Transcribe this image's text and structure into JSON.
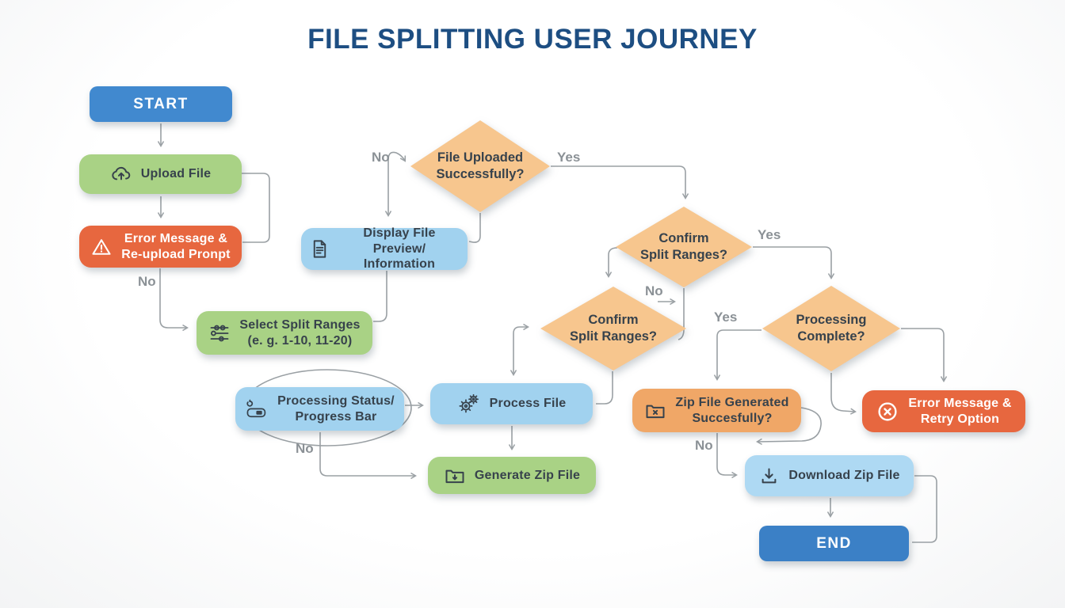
{
  "title": "FILE SPLITTING USER JOURNEY",
  "colors": {
    "terminal_blue": "#4189cf",
    "end_blue": "#3b80c6",
    "action_green": "#a9d285",
    "info_blue": "#a1d2ef",
    "download_blue": "#aed9f3",
    "decision_orange": "#f7c68e",
    "warning_orange": "#f0a767",
    "error_red": "#e7673f",
    "title_navy": "#1d4e82",
    "connector_gray": "#9aa0a4"
  },
  "nodes": {
    "start": {
      "label": "START",
      "type": "terminal"
    },
    "upload": {
      "label": "Upload File",
      "type": "action",
      "icon": "cloud-upload"
    },
    "error_upload": {
      "label": "Error Message &\nRe-upload Pronpt",
      "type": "error",
      "icon": "warning-triangle"
    },
    "select_ranges": {
      "label": "Select Split Ranges\n(e. g. 1-10, 11-20)",
      "type": "action",
      "icon": "sliders"
    },
    "file_uploaded": {
      "label": "File Uploaded\nSuccessfully?",
      "type": "decision"
    },
    "display_preview": {
      "label": "Display File Preview/\nInformation",
      "type": "info",
      "icon": "file-text"
    },
    "confirm_ranges_1": {
      "label": "Confirm\nSplit Ranges?",
      "type": "decision"
    },
    "confirm_ranges_2": {
      "label": "Confirm\nSplit Ranges?",
      "type": "decision"
    },
    "processing_status": {
      "label": "Processing Status/\nProgress Bar",
      "type": "info",
      "icon": "progress-bar"
    },
    "process_file": {
      "label": "Process File",
      "type": "info",
      "icon": "gears"
    },
    "generate_zip": {
      "label": "Generate Zip File",
      "type": "action",
      "icon": "folder-zip"
    },
    "zip_generated": {
      "label": "Zip File Generated\nSuccesfully?",
      "type": "decision-box",
      "icon": "folder-x"
    },
    "processing_complete": {
      "label": "Processing\nComplete?",
      "type": "decision"
    },
    "error_retry": {
      "label": "Error Message &\nRetry Option",
      "type": "error",
      "icon": "circle-x"
    },
    "download_zip": {
      "label": "Download Zip File",
      "type": "info",
      "icon": "download"
    },
    "end": {
      "label": "END",
      "type": "terminal"
    }
  },
  "edge_labels": {
    "reupload_no": "No",
    "file_uploaded_no": "No",
    "file_uploaded_yes": "Yes",
    "confirm1_yes": "Yes",
    "confirm1_no": "No",
    "processing_complete_yes": "Yes",
    "status_no": "No",
    "zip_no": "No"
  }
}
